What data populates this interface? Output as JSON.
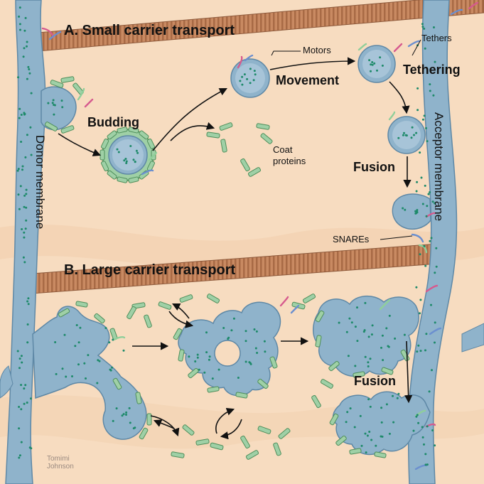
{
  "title_a": "A. Small carrier transport",
  "title_b": "B. Large carrier transport",
  "labels": {
    "budding": "Budding",
    "movement": "Movement",
    "tethering": "Tethering",
    "fusion_a": "Fusion",
    "fusion_b": "Fusion",
    "motors": "Motors",
    "tethers": "Tethers",
    "coat": "Coat",
    "proteins": "proteins",
    "snares": "SNAREs",
    "donor": "Donor membrane",
    "acceptor": "Acceptor membrane"
  },
  "signature": [
    "Tomimi",
    "Johnson"
  ],
  "colors": {
    "background": "#f7dcc0",
    "membrane": "#8fb3cb",
    "membrane_edge": "#5e88a6",
    "vesicle_inner": "#bdd2e0",
    "coat": "#9fd0a6",
    "coat_edge": "#4e8e5a",
    "snare_pink": "#d65a8e",
    "microtubule": "#c98a62",
    "dots": "#1e8a6a",
    "arrow": "#111111"
  }
}
